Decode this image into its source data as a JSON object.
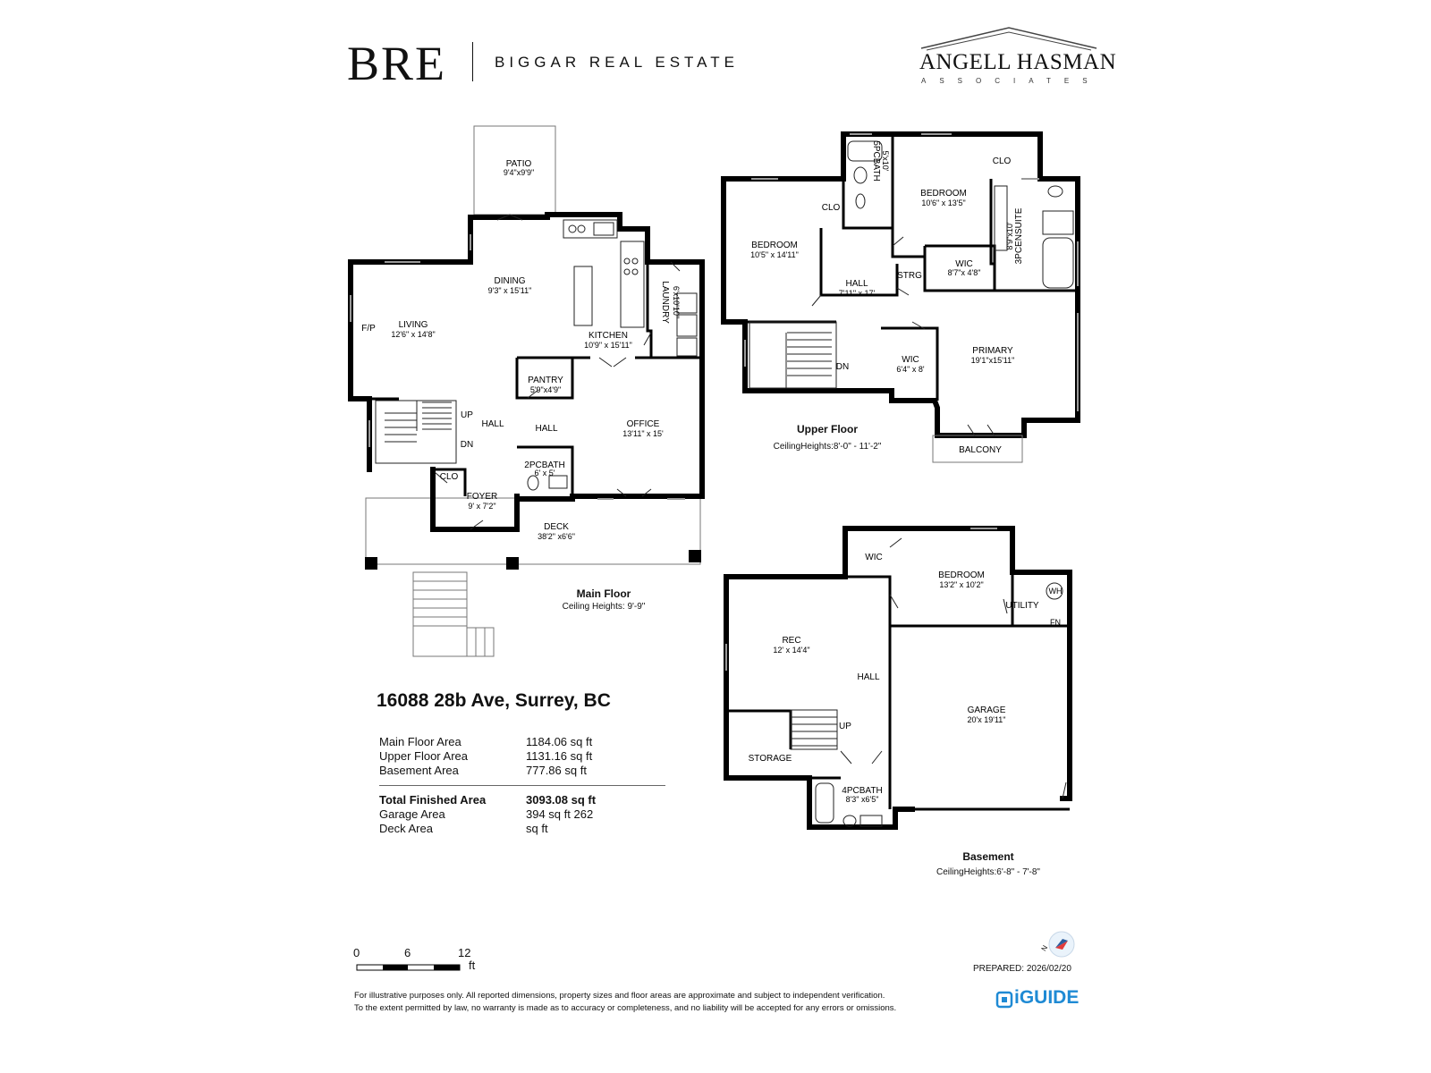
{
  "header": {
    "bre_logo": "BRE",
    "brokerage_name": "BIGGAR REAL ESTATE",
    "partner_logo_text": "ANGELL HASMAN",
    "partner_logo_sub": "ASSOCIATES"
  },
  "address": "16088 28b Ave, Surrey, BC",
  "areas": {
    "main_floor": {
      "label": "Main Floor Area",
      "value": "1184.06 sq ft"
    },
    "upper_floor": {
      "label": "Upper Floor Area",
      "value": "1131.16 sq ft"
    },
    "basement": {
      "label": "Basement Area",
      "value": "777.86 sq ft"
    },
    "total": {
      "label": "Total Finished Area",
      "value": "3093.08 sq ft"
    },
    "garage": {
      "label": "Garage Area",
      "value": "394 sq ft 262"
    },
    "deck": {
      "label": "Deck Area",
      "value": "sq ft"
    }
  },
  "floors": {
    "main": {
      "title": "Main Floor",
      "ceiling": "Ceiling Heights: 9'-9\""
    },
    "upper": {
      "title": "Upper Floor",
      "ceiling": "CeilingHeights:8'-0\" - 11'-2\""
    },
    "basement": {
      "title": "Basement",
      "ceiling": "CeilingHeights:6'-8\" - 7'-8\""
    }
  },
  "rooms": {
    "patio": {
      "name": "PATIO",
      "dim": "9'4\"x9'9\""
    },
    "dining": {
      "name": "DINING",
      "dim": "9'3\" x 15'11\""
    },
    "living": {
      "name": "LIVING",
      "dim": "12'6\" x 14'8\""
    },
    "fp": {
      "name": "F/P"
    },
    "kitchen": {
      "name": "KITCHEN",
      "dim": "10'9\" x 15'11\""
    },
    "laundry": {
      "name": "LAUNDRY",
      "dim": "6'x10'10\""
    },
    "pantry": {
      "name": "PANTRY",
      "dim": "5'9\"x4'9\""
    },
    "main_up": {
      "name": "UP"
    },
    "main_dn": {
      "name": "DN"
    },
    "hall_a": {
      "name": "HALL"
    },
    "hall_b": {
      "name": "HALL"
    },
    "office": {
      "name": "OFFICE",
      "dim": "13'11\" x 15'"
    },
    "main_clo": {
      "name": "CLO"
    },
    "bath2": {
      "name": "2PCBATH",
      "dim": "6' x 5'"
    },
    "foyer": {
      "name": "FOYER",
      "dim": "9' x 7'2\""
    },
    "deck": {
      "name": "DECK",
      "dim": "38'2\" x6'6\""
    },
    "up_bed1": {
      "name": "BEDROOM",
      "dim": "10'5\" x 14'11\""
    },
    "up_clo1": {
      "name": "CLO"
    },
    "up_bath": {
      "name": "5PCBATH",
      "dim": "5'x10'"
    },
    "up_bed2": {
      "name": "BEDROOM",
      "dim": "10'6\" x 13'5\""
    },
    "up_clo2": {
      "name": "CLO"
    },
    "ensuite": {
      "name": "3PCENSUITE",
      "dim": "8'9\"x10'"
    },
    "up_hall": {
      "name": "HALL",
      "dim": "7'11\" x 17'"
    },
    "strg": {
      "name": "STRG"
    },
    "wic1": {
      "name": "WIC",
      "dim": "8'7\"x 4'8\""
    },
    "up_dn": {
      "name": "DN"
    },
    "wic2": {
      "name": "WIC",
      "dim": "6'4\" x 8'"
    },
    "primary": {
      "name": "PRIMARY",
      "dim": "19'1\"x15'11\""
    },
    "balcony": {
      "name": "BALCONY"
    },
    "b_wic": {
      "name": "WIC"
    },
    "b_bed": {
      "name": "BEDROOM",
      "dim": "13'2\" x 10'2\""
    },
    "utility": {
      "name": "UTILITY"
    },
    "wh": {
      "name": "WH"
    },
    "fn": {
      "name": "FN"
    },
    "rec": {
      "name": "REC",
      "dim": "12' x 14'4\""
    },
    "b_hall": {
      "name": "HALL"
    },
    "garage": {
      "name": "GARAGE",
      "dim": "20'x 19'11\""
    },
    "b_up": {
      "name": "UP"
    },
    "storage": {
      "name": "STORAGE"
    },
    "bath4": {
      "name": "4PCBATH",
      "dim": "8'3\" x6'5\""
    }
  },
  "scale": {
    "zero": "0",
    "six": "6",
    "twelve": "12",
    "unit": "ft"
  },
  "compass_n": "N",
  "prepared": "PREPARED: 2026/02/20",
  "disclaimer": [
    "For illustrative purposes only. All reported dimensions, property sizes and floor areas are approximate and subject to independent verification.",
    "To the extent permitted by law, no warranty is made as to accuracy or completeness, and no liability will be accepted for any errors or omissions."
  ],
  "iguide": "iGUIDE"
}
